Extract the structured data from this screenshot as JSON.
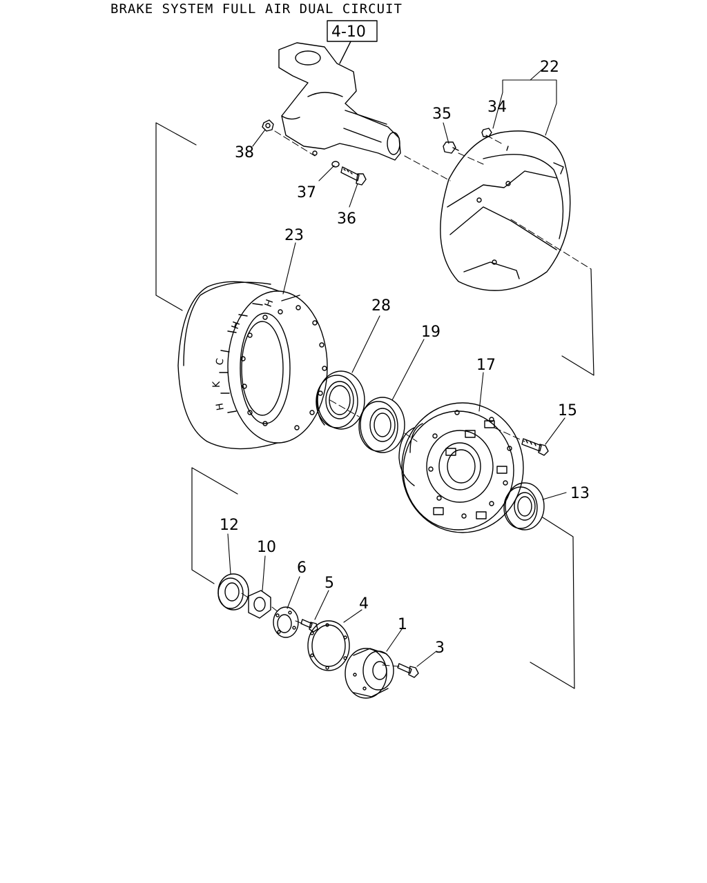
{
  "header": {
    "title": "BRAKE SYSTEM FULL AIR DUAL CIRCUIT",
    "reference": "4-10"
  },
  "callouts": {
    "c1": "1",
    "c3": "3",
    "c4": "4",
    "c5": "5",
    "c6": "6",
    "c10": "10",
    "c12": "12",
    "c13": "13",
    "c15": "15",
    "c17": "17",
    "c19": "19",
    "c22": "22",
    "c23": "23",
    "c28": "28",
    "c34": "34",
    "c35": "35",
    "c36": "36",
    "c37": "37",
    "c38": "38"
  },
  "drum_markings": [
    "H",
    "H",
    "C",
    "K",
    "H"
  ]
}
